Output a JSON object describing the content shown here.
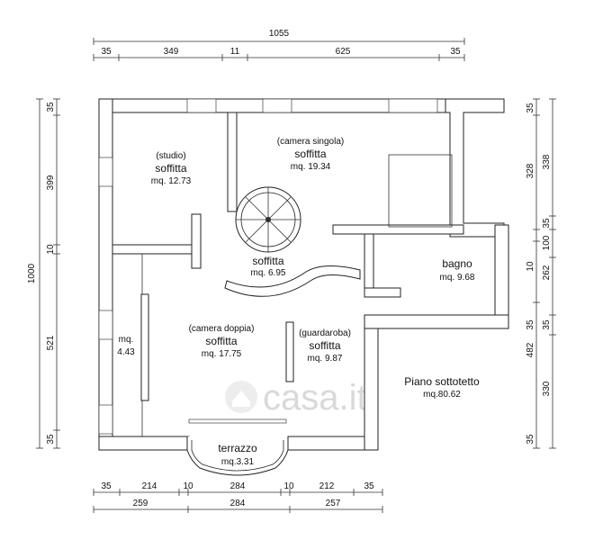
{
  "top_dims": {
    "total": "1055",
    "segments": [
      "35",
      "349",
      "11",
      "625",
      "35"
    ]
  },
  "left_dims": {
    "total": "1000",
    "segments": [
      "35",
      "399",
      "10",
      "521",
      "35"
    ]
  },
  "right_dims": {
    "inner": [
      "35",
      "328",
      "10",
      "262",
      "482"
    ],
    "outer": [
      "338",
      "35",
      "100",
      "35",
      "330"
    ],
    "extra": [
      "35"
    ]
  },
  "bottom_dims": {
    "row1": [
      "35",
      "214",
      "10",
      "284",
      "10",
      "212",
      "35"
    ],
    "row2": [
      "259",
      "284",
      "257"
    ]
  },
  "rooms": {
    "studio": {
      "tag": "(studio)",
      "name": "soffitta",
      "area": "mq. 12.73"
    },
    "camera_singola": {
      "tag": "(camera singola)",
      "name": "soffitta",
      "area": "mq. 19.34"
    },
    "disimpegno": {
      "name": "soffitta",
      "area": "mq. 6.95"
    },
    "bagno": {
      "name": "bagno",
      "area": "mq. 9.68"
    },
    "ripostiglio": {
      "name": "mq.",
      "area": "4.43"
    },
    "camera_doppia": {
      "tag": "(camera doppia)",
      "name": "soffitta",
      "area": "mq. 17.75"
    },
    "guardaroba": {
      "tag": "(guardaroba)",
      "name": "soffitta",
      "area": "mq. 9.87"
    },
    "terrazzo": {
      "name": "terrazzo",
      "area": "mq.3.31"
    }
  },
  "floor": {
    "name": "Piano sottotetto",
    "area": "mq.80.62"
  },
  "watermark": "casa.it"
}
